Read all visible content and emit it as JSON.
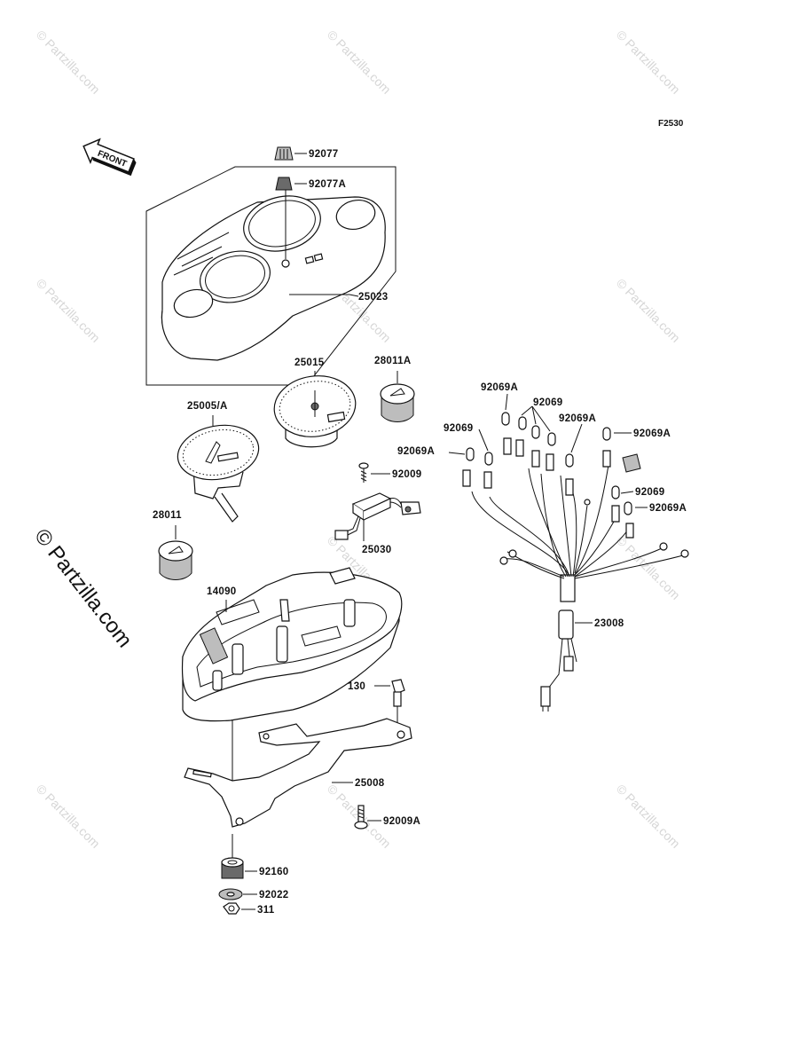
{
  "figure_code": "F2530",
  "front_arrow_label": "FRONT",
  "side_watermark": "© Partzilla.com",
  "watermark_text": "© Partzilla.com",
  "parts": {
    "p92077": "92077",
    "p92077A": "92077A",
    "p25023": "25023",
    "p25015": "25015",
    "p28011A": "28011A",
    "p25005A": "25005/A",
    "p92009": "92009",
    "p25030": "25030",
    "p28011": "28011",
    "p14090": "14090",
    "p92069A_1": "92069A",
    "p92069_1": "92069",
    "p92069A_2": "92069A",
    "p92069_2": "92069",
    "p92069A_3": "92069A",
    "p92069A_4": "92069A",
    "p92069_3": "92069",
    "p92069A_5": "92069A",
    "p23008": "23008",
    "p130": "130",
    "p25008": "25008",
    "p92009A": "92009A",
    "p92160": "92160",
    "p92022": "92022",
    "p311": "311"
  }
}
